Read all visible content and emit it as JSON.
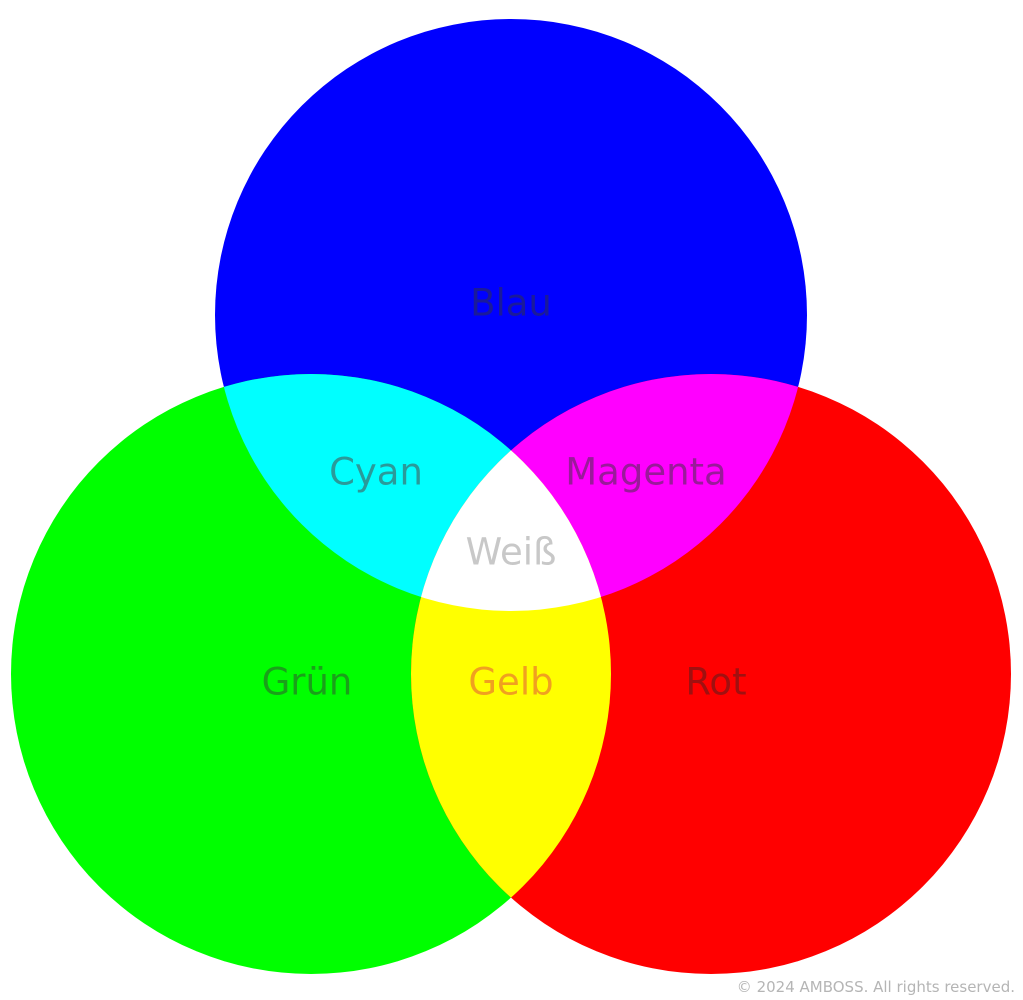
{
  "diagram": {
    "circles": [
      {
        "id": "blue",
        "color": "#0000ff"
      },
      {
        "id": "green",
        "color": "#00ff00"
      },
      {
        "id": "red",
        "color": "#ff0000"
      }
    ],
    "overlap_colors": {
      "cyan": "#00ffff",
      "magenta": "#ff00ff",
      "yellow": "#ffff00",
      "white": "#ffffff"
    },
    "labels": {
      "blau": "Blau",
      "cyan": "Cyan",
      "magenta": "Magenta",
      "weiss": "Weiß",
      "gruen": "Grün",
      "gelb": "Gelb",
      "rot": "Rot"
    },
    "label_colors": {
      "blau": "#1a1a9a",
      "cyan": "#2a9a9a",
      "magenta": "#9a1a9a",
      "weiss": "#c8c8c8",
      "gruen": "#1aa01a",
      "gelb": "#f0a020",
      "rot": "#a01010"
    }
  },
  "footer": {
    "copyright": "© 2024 AMBOSS. All rights reserved."
  }
}
